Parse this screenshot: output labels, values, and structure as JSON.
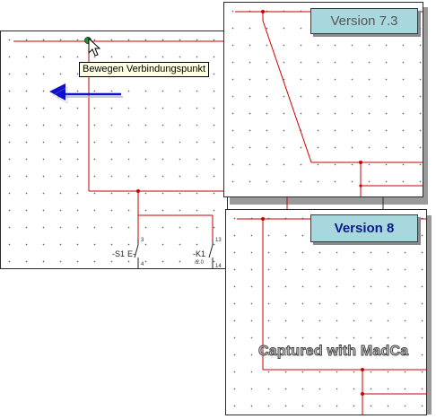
{
  "tooltip": {
    "text": "Bewegen Verbindungspunkt"
  },
  "version_old": {
    "label": "Version 7.3",
    "color": "#555555"
  },
  "version_new": {
    "label": "Version 8",
    "color": "#0a1a8a"
  },
  "schematic_labels": {
    "s1": "-S1",
    "s1_contact": "E-",
    "s1_top_pin": "3",
    "s1_bottom_pin": "4",
    "k1": "-K1",
    "k1_ref": "/2.0",
    "k1_top_pin": "13",
    "k1_bottom_pin": "14"
  },
  "watermark": {
    "text": "Captured with MadCa"
  },
  "colors": {
    "wire": "#cc0000",
    "arrow": "#1010cc",
    "connection_point": "#2e8b3e",
    "badge_bg": "#a8d8dd",
    "border": "#2b2b2b"
  },
  "icons": [
    "mouse-pointer-icon",
    "move-left-arrow-icon",
    "connection-point-icon"
  ]
}
